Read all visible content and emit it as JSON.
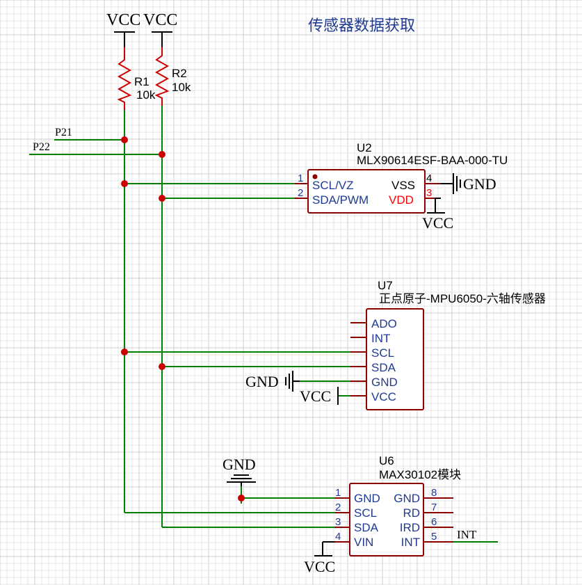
{
  "title": "传感器数据获取",
  "power": {
    "vcc": "VCC",
    "gnd": "GND"
  },
  "nets": {
    "p21": "P21",
    "p22": "P22",
    "int": "INT"
  },
  "resistors": [
    {
      "ref": "R1",
      "value": "10k"
    },
    {
      "ref": "R2",
      "value": "10k"
    }
  ],
  "u2": {
    "ref": "U2",
    "part": "MLX90614ESF-BAA-000-TU",
    "left_pins": [
      {
        "num": "1",
        "name": "SCL/VZ"
      },
      {
        "num": "2",
        "name": "SDA/PWM"
      }
    ],
    "right_pins": [
      {
        "num": "4",
        "name": "VSS"
      },
      {
        "num": "3",
        "name": "VDD"
      }
    ]
  },
  "u7": {
    "ref": "U7",
    "part": "正点原子-MPU6050-六轴传感器",
    "pins": [
      "ADO",
      "INT",
      "SCL",
      "SDA",
      "GND",
      "VCC"
    ]
  },
  "u6": {
    "ref": "U6",
    "part": "MAX30102模块",
    "left_pins": [
      {
        "num": "1",
        "name": "GND"
      },
      {
        "num": "2",
        "name": "SCL"
      },
      {
        "num": "3",
        "name": "SDA"
      },
      {
        "num": "4",
        "name": "VIN"
      }
    ],
    "right_pins": [
      {
        "num": "8",
        "name": "GND"
      },
      {
        "num": "7",
        "name": "RD"
      },
      {
        "num": "6",
        "name": "IRD"
      },
      {
        "num": "5",
        "name": "INT"
      }
    ]
  },
  "colors": {
    "wire": "#008000",
    "pin": "#8c0000",
    "junction": "#cc0000",
    "label": "#1f3a93"
  }
}
